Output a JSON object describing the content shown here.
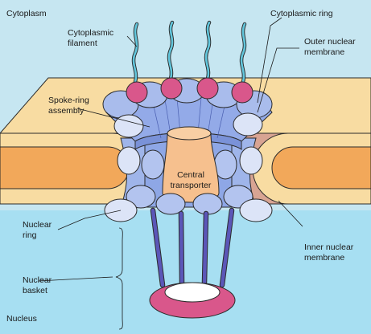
{
  "regions": {
    "cytoplasm": "Cytoplasm",
    "nucleus": "Nucleus"
  },
  "labels": {
    "cytoplasmic_filament": [
      "Cytoplasmic",
      "filament"
    ],
    "cytoplasmic_ring": "Cytoplasmic ring",
    "outer_nuclear_membrane": [
      "Outer nuclear",
      "membrane"
    ],
    "spoke_ring_assembly": [
      "Spoke-ring",
      "assembly"
    ],
    "central_transporter": [
      "Central",
      "transporter"
    ],
    "nuclear_ring": [
      "Nuclear",
      "ring"
    ],
    "nuclear_basket": [
      "Nuclear",
      "basket"
    ],
    "inner_nuclear_membrane": [
      "Inner nuclear",
      "membrane"
    ]
  },
  "colors": {
    "cytoplasm_bg": "#c6e6f1",
    "nucleus_bg": "#a7dff2",
    "membrane_top": "#f8dca2",
    "membrane_lumen": "#f2a85a",
    "membrane_side": "#d8a493",
    "pore_blue": "#8ea7e6",
    "subunit_light": "#dce4f7",
    "transporter": "#f6c08e",
    "filament_ball": "#d9578b",
    "basket_rod": "#5b56b8",
    "basket_ring": "#d9578b"
  }
}
